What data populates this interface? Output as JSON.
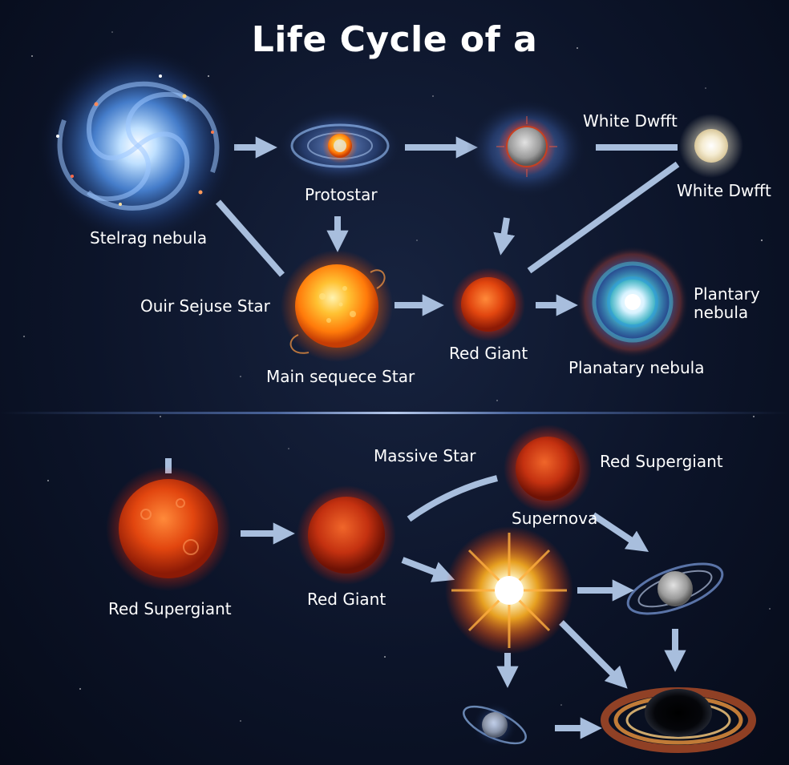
{
  "title": "Life Cycle of a",
  "labels": {
    "stellar_nebula": "Stelrag nebula",
    "protostar": "Protostar",
    "white_dwarf_top": "White Dwfft",
    "white_dwarf_right": "White Dwfft",
    "our_star": "Ouir Sejuse Star",
    "main_sequence": "Main sequece Star",
    "red_giant_top": "Red Giant",
    "plantary_nebula": "Plantary\nnebula",
    "planatary_nebula": "Planatary nebula",
    "massive_star": "Massive Star",
    "red_supergiant_right": "Red Supergiant",
    "supernova": "Supernova",
    "red_supergiant_left": "Red Supergiant",
    "red_giant_bottom": "Red Giant"
  },
  "colors": {
    "background": "#0c1429",
    "arrow": "#a8bedd",
    "nebula_blue": "#6fa8ff",
    "star_orange": "#ff8a1a",
    "star_red": "#d83a12",
    "white_dwarf": "#f3ecd6"
  }
}
